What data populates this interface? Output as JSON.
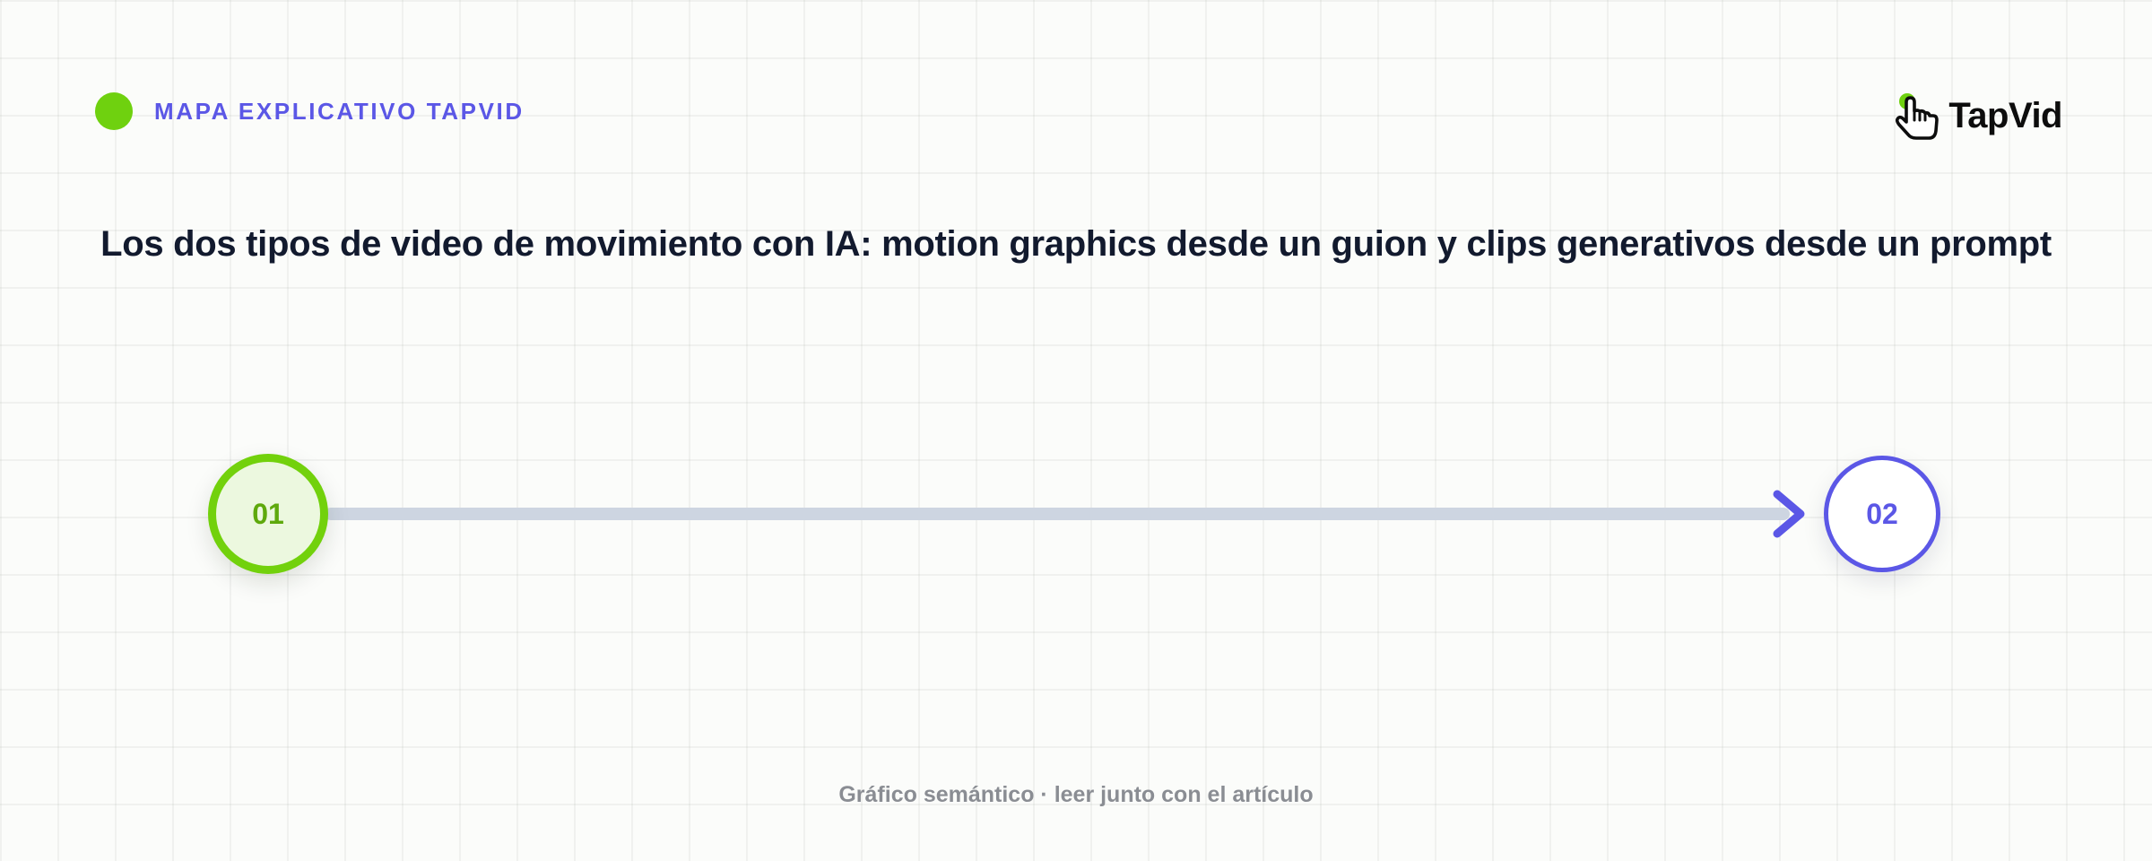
{
  "header": {
    "label": "MAPA EXPLICATIVO TAPVID"
  },
  "logo": {
    "text": "TapVid",
    "icon": "pointing-hand-icon"
  },
  "title": "Los dos tipos de video de movimiento con IA: motion graphics desde un guion y clips generativos desde un prompt",
  "diagram": {
    "nodes": [
      {
        "label": "01"
      },
      {
        "label": "02"
      }
    ],
    "connector": "arrow-right"
  },
  "footer": "Gráfico semántico · leer junto con el artículo",
  "colors": {
    "accent_green": "#72d10c",
    "accent_purple": "#5b57e6",
    "title": "#121a2e",
    "connector": "#cdd5e1",
    "footer_text": "#8a8d93"
  }
}
